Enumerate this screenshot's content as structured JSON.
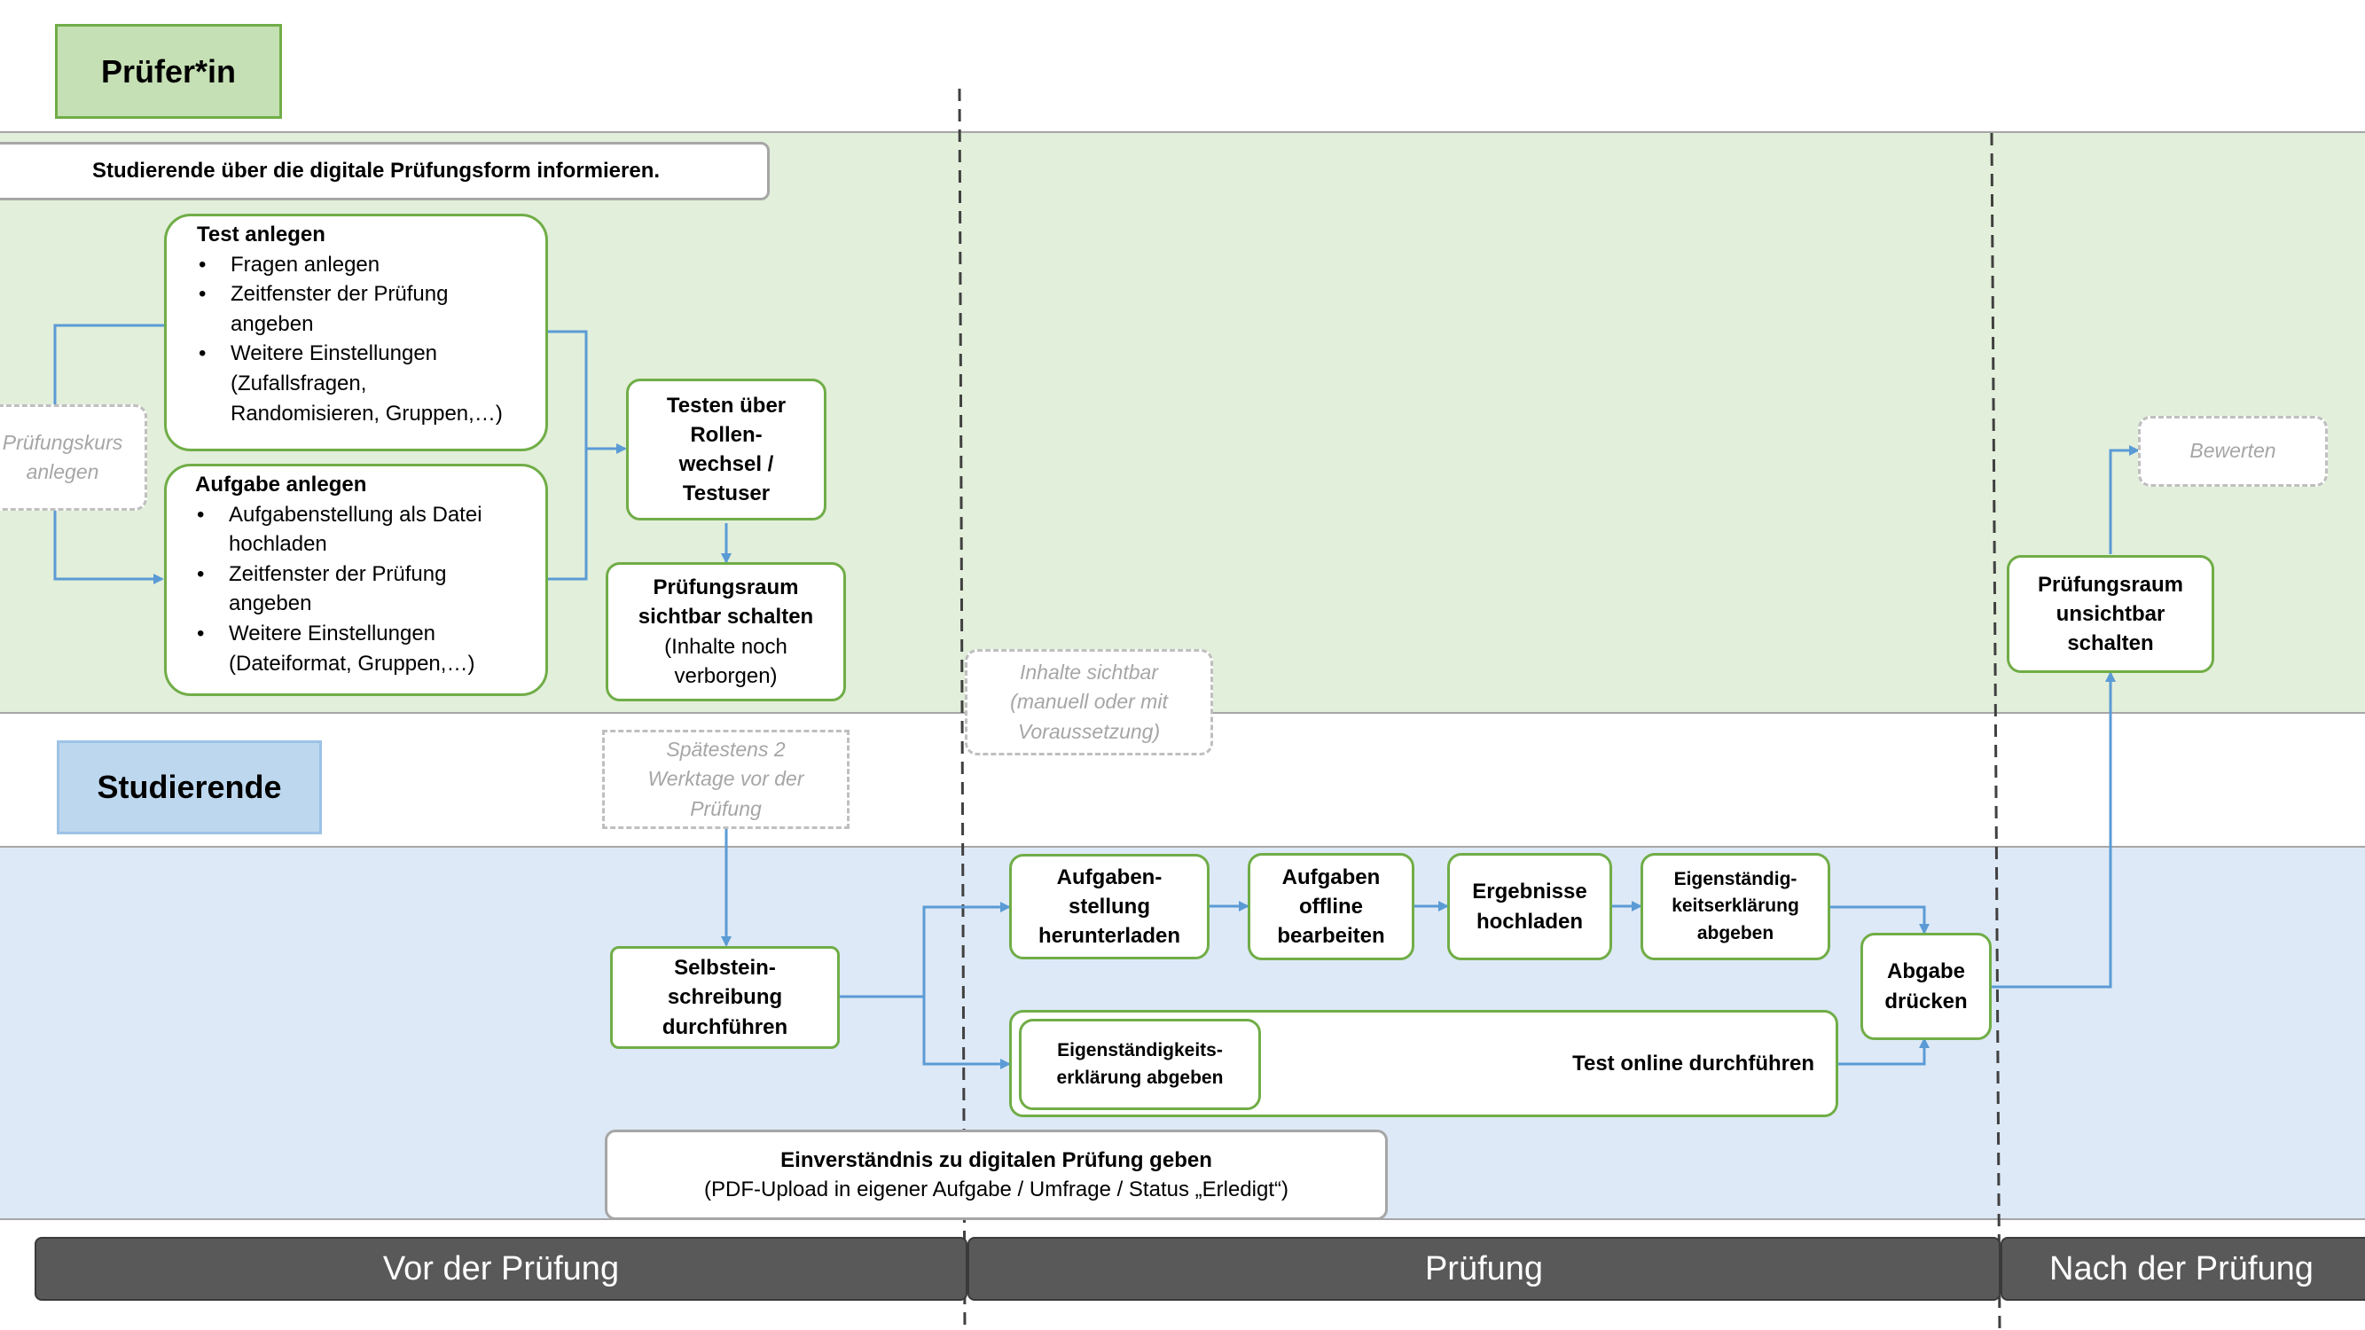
{
  "lanes": {
    "examiner": "Prüfer*in",
    "students": "Studierende"
  },
  "examiner": {
    "inform": "Studierende über die digitale Prüfungsform informieren.",
    "course": [
      "Prüfungskurs",
      "anlegen"
    ],
    "test": {
      "title": "Test anlegen",
      "items": [
        "Fragen anlegen",
        "Zeitfenster der Prüfung angeben",
        "Weitere Einstellungen (Zufallsfragen, Randomisieren,  Gruppen,…)"
      ]
    },
    "assignment": {
      "title": "Aufgabe anlegen",
      "items": [
        "Aufgabenstellung als Datei hochladen",
        "Zeitfenster der Prüfung angeben",
        "Weitere Einstellungen (Dateiformat, Gruppen,…)"
      ]
    },
    "testing": [
      "Testen über",
      "Rollen-",
      "wechsel /",
      "Testuser"
    ],
    "visible": {
      "title": [
        "Prüfungsraum",
        "sichtbar schalten"
      ],
      "note": [
        "(Inhalte noch",
        "verborgen)"
      ]
    },
    "content_visible": [
      "Inhalte sichtbar",
      "(manuell oder mit",
      "Voraussetzung)"
    ],
    "deadline": [
      "Spätestens 2",
      "Werktage vor der",
      "Prüfung"
    ],
    "hide": [
      "Prüfungsraum",
      "unsichtbar",
      "schalten"
    ],
    "grade": "Bewerten"
  },
  "students": {
    "self_description": [
      "Selbstein-",
      "schreibung",
      "durchführen"
    ],
    "download": [
      "Aufgaben-",
      "stellung",
      "herunterladen"
    ],
    "offline": [
      "Aufgaben",
      "offline",
      "bearbeiten"
    ],
    "upload": [
      "Ergebnisse",
      "hochladen"
    ],
    "declaration": [
      "Eigenständig-",
      "keitserklärung",
      "abgeben"
    ],
    "submit": [
      "Abgabe",
      "drücken"
    ],
    "online_test": "Test online durchführen",
    "online_declaration": [
      "Eigenständigkeits-",
      "erklärung abgeben"
    ],
    "consent": {
      "title": "Einverständnis zu digitalen Prüfung geben",
      "detail": "(PDF-Upload in eigener Aufgabe / Umfrage / Status „Erledigt“)"
    }
  },
  "phases": [
    "Vor der Prüfung",
    "Prüfung",
    "Nach der Prüfung"
  ],
  "colors": {
    "examiner_band": "#e2efda",
    "students_band": "#dde9f6",
    "examiner_label": "#c5e0b4",
    "students_label": "#bdd7ee",
    "box_border": "#70ad47",
    "arrow": "#5b9bd5",
    "phase_bar": "#595959"
  }
}
